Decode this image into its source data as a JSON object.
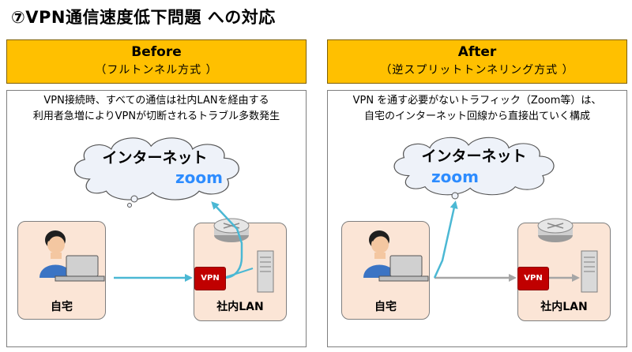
{
  "title": "⑦VPN通信速度低下問題 への対応",
  "before": {
    "heading": "Before",
    "subheading": "（フルトンネル方式 ）",
    "desc_line1": "VPN接続時、すべての通信は社内LANを経由する",
    "desc_line2": "利用者急増によりVPNが切断されるトラブル多数発生",
    "cloud_label": "インターネット",
    "zoom_label": "zoom",
    "home_label": "自宅",
    "office_label": "社内LAN",
    "vpn_label": "VPN"
  },
  "after": {
    "heading": "After",
    "subheading": "（逆スプリットトンネリング方式 ）",
    "desc_line1": "VPN を通す必要がないトラフィック（Zoom等）は、",
    "desc_line2": "自宅のインターネット回線から直接出ていく構成",
    "cloud_label": "インターネット",
    "zoom_label": "zoom",
    "home_label": "自宅",
    "office_label": "社内LAN",
    "vpn_label": "VPN"
  },
  "colors": {
    "header_bg": "#ffc000",
    "box_bg": "#fbe5d6",
    "vpn_bg": "#c00000",
    "line_blue": "#4bb8d4",
    "line_gray": "#a6a6a6",
    "zoom_blue": "#2d8cff"
  }
}
